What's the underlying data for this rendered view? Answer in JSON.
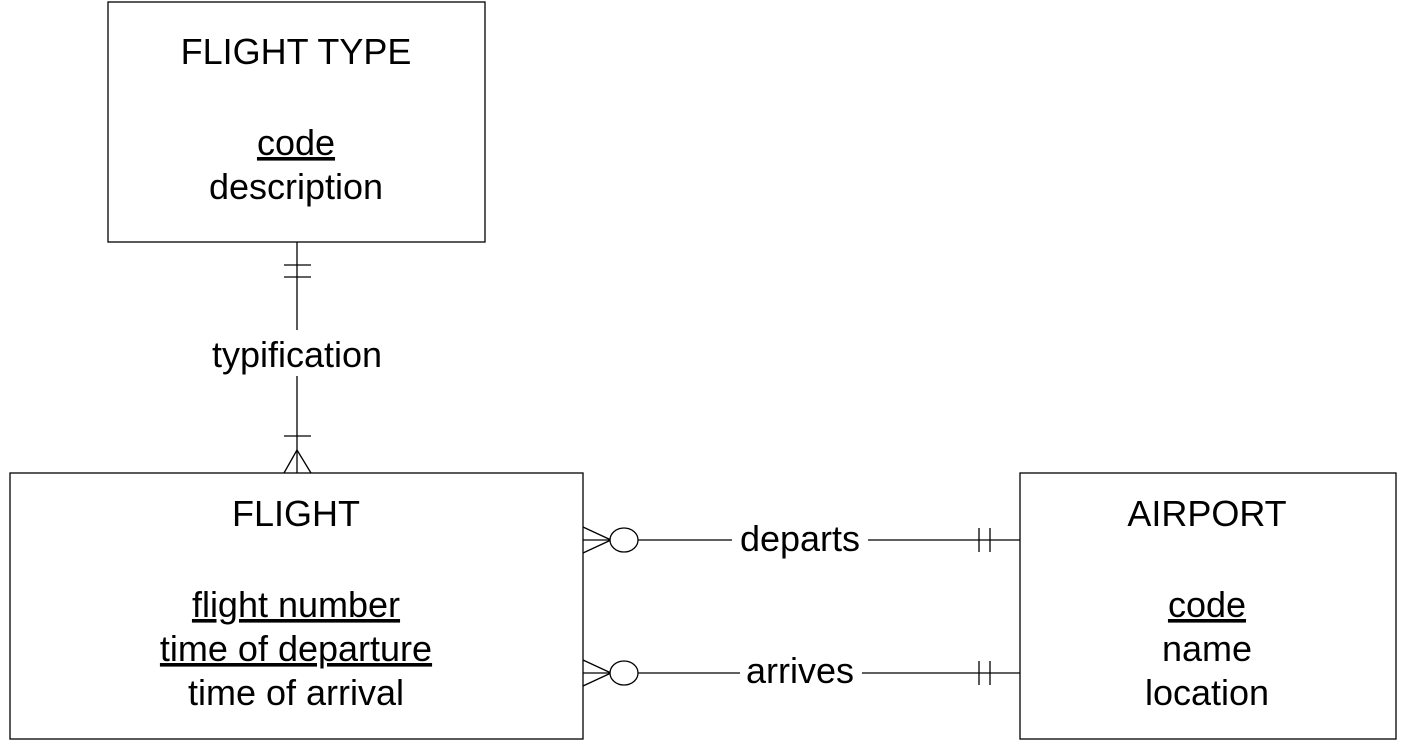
{
  "entities": {
    "flight_type": {
      "name": "FLIGHT TYPE",
      "attributes": [
        {
          "text": "code",
          "key": true
        },
        {
          "text": "description",
          "key": false
        }
      ]
    },
    "flight": {
      "name": "FLIGHT",
      "attributes": [
        {
          "text": "flight number",
          "key": true
        },
        {
          "text": "time of departure",
          "key": true
        },
        {
          "text": "time of arrival",
          "key": false
        }
      ]
    },
    "airport": {
      "name": "AIRPORT",
      "attributes": [
        {
          "text": "code",
          "key": true
        },
        {
          "text": "name",
          "key": false
        },
        {
          "text": "location",
          "key": false
        }
      ]
    }
  },
  "relationships": {
    "typification": {
      "label": "typification",
      "from": "flight_type",
      "to": "flight",
      "from_cardinality": "exactly-one",
      "to_cardinality": "one-or-many"
    },
    "departs": {
      "label": "departs",
      "from": "flight",
      "to": "airport",
      "from_cardinality": "zero-or-many",
      "to_cardinality": "exactly-one"
    },
    "arrives": {
      "label": "arrives",
      "from": "flight",
      "to": "airport",
      "from_cardinality": "zero-or-many",
      "to_cardinality": "exactly-one"
    }
  },
  "colors": {
    "line": "#000000",
    "background": "#ffffff"
  }
}
